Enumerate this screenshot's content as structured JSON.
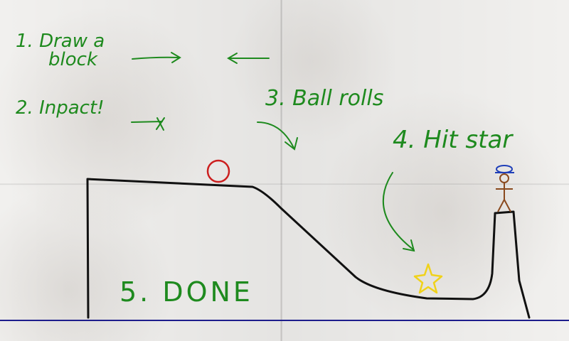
{
  "instructions": {
    "step1_line1": "1. Draw a",
    "step1_line2": "block",
    "step2": "2. Inpact!",
    "step3": "3. Ball rolls",
    "step4": "4. Hit star",
    "step5": "5. DONE"
  },
  "colors": {
    "ink_green": "#1e8a1e",
    "terrain_black": "#111111",
    "ball_red": "#cc1f1f",
    "star_yellow": "#f0d21a",
    "ground_blue": "#1d1d8c",
    "figure_brown": "#8a4a1e",
    "hat_blue": "#1f3fb8"
  },
  "icons": {
    "ball": "red-circle-ball",
    "star": "yellow-star",
    "figure": "stick-figure-with-hat"
  }
}
